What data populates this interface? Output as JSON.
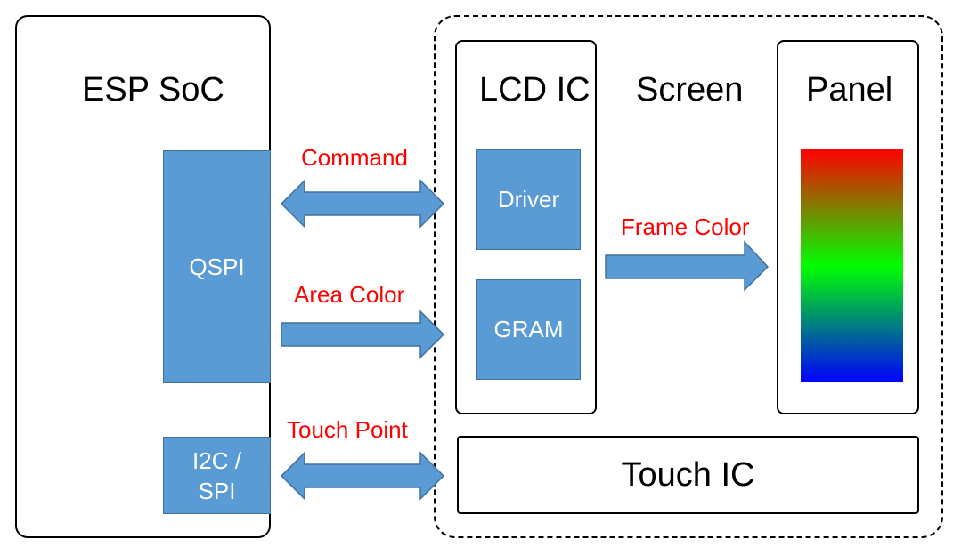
{
  "soc": {
    "title": "ESP SoC",
    "qspi_label": "QSPI",
    "i2c_label": "I2C /\nSPI"
  },
  "screen": {
    "title": "Screen",
    "lcd_ic": {
      "title": "LCD IC",
      "driver_label": "Driver",
      "gram_label": "GRAM"
    },
    "panel": {
      "title": "Panel"
    },
    "touch_ic": {
      "label": "Touch IC"
    }
  },
  "signals": {
    "command": "Command",
    "area_color": "Area Color",
    "frame_color": "Frame Color",
    "touch_point": "Touch Point"
  },
  "colors": {
    "block_fill": "#5b9bd5",
    "block_border": "#41719c",
    "signal_text": "#ff0000",
    "panel_gradient": [
      "#ff0000",
      "#00ff00",
      "#0000ff"
    ]
  }
}
